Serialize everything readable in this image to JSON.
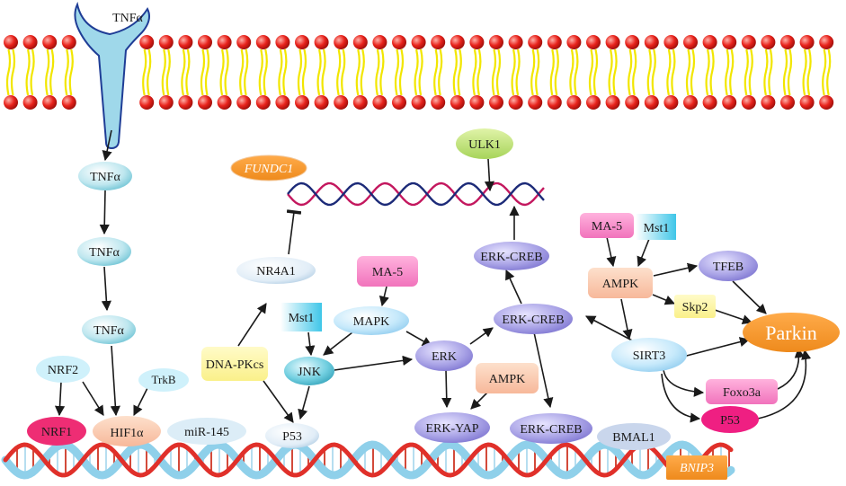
{
  "labels": {
    "tnf_receptor": "TNFα",
    "tnf_1": "TNFα",
    "tnf_2": "TNFα",
    "tnf_3": "TNFα",
    "nrf2": "NRF2",
    "nrf1": "NRF1",
    "hif1a": "HIF1α",
    "trkb": "TrkB",
    "mir145": "miR-145",
    "p53_low": "P53",
    "dnapkcs": "DNA-PKcs",
    "nr4a1": "NR4A1",
    "fundc1": "FUNDC1",
    "ulk1": "ULK1",
    "ma5_center": "MA-5",
    "mapk": "MAPK",
    "mst1_center": "Mst1",
    "jnk": "JNK",
    "erk": "ERK",
    "erk_creb_top": "ERK-CREB",
    "erk_creb_mid": "ERK-CREB",
    "erk_creb_low": "ERK-CREB",
    "ampk_center": "AMPK",
    "erk_yap": "ERK-YAP",
    "bmal1": "BMAL1",
    "bnip3": "BNIP3",
    "ma5_right": "MA-5",
    "mst1_right": "Mst1",
    "ampk_right": "AMPK",
    "tfeb": "TFEB",
    "skp2": "Skp2",
    "sirt3": "SIRT3",
    "parkin": "Parkin",
    "foxo3a": "Foxo3a",
    "p53_right": "P53"
  },
  "colors": {
    "lipid_head": "#e8231c",
    "lipid_tail": "#f2e600",
    "receptor": "#9fd8ea",
    "dna_blue": "#8fd0ea",
    "dna_red": "#e0302a",
    "mrna_red": "#c3175e",
    "mrna_navy": "#1c2a78"
  }
}
